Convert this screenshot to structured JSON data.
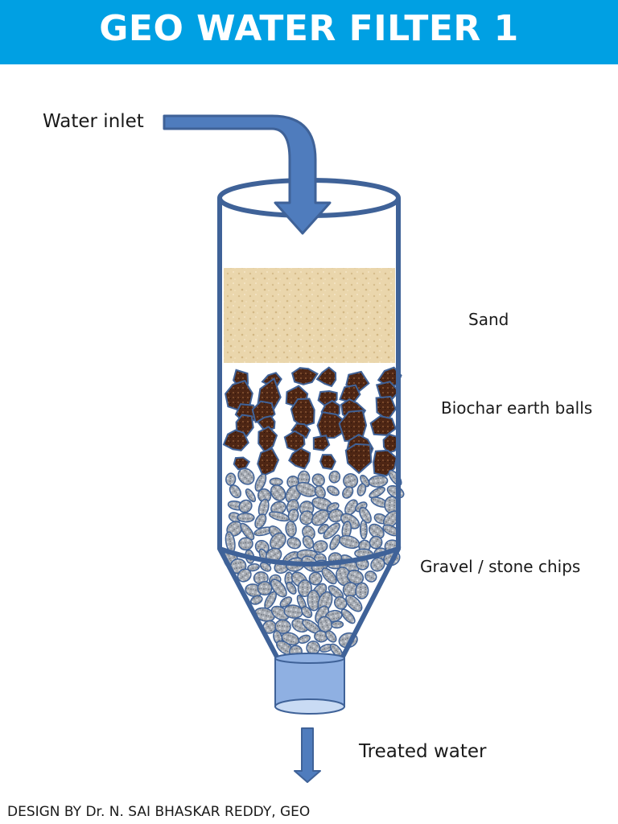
{
  "title": "GEO WATER FILTER 1",
  "labels": {
    "water_inlet": "Water inlet",
    "sand": "Sand",
    "biochar": "Biochar earth balls",
    "gravel": "Gravel /  stone chips",
    "treated_water": "Treated water"
  },
  "credit": "DESIGN BY Dr. N. SAI BHASKAR REDDY, GEO",
  "colors": {
    "title_bar": "#00a0e3",
    "vessel_outline": "#3f6298",
    "arrow_fill": "#4f7cbd",
    "sand": "#e8d3a8",
    "biochar": "#5a2e1a",
    "gravel": "#a8adb4",
    "outlet": "#8fb0e2"
  }
}
